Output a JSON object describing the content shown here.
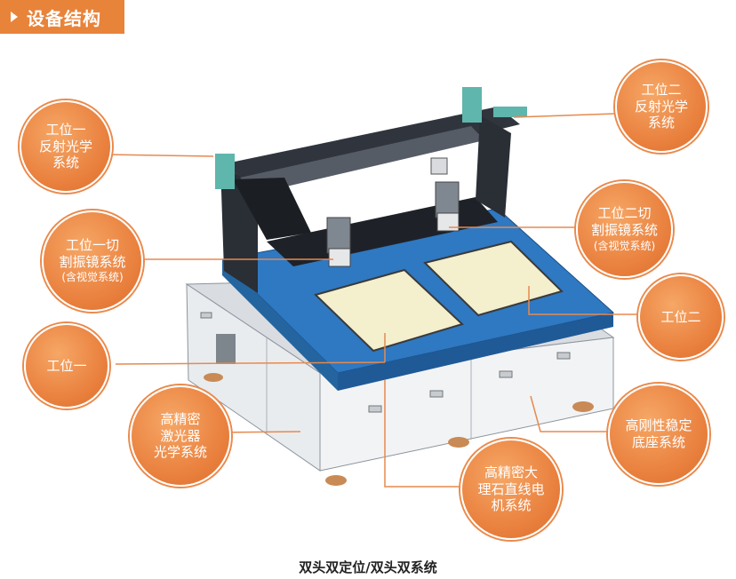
{
  "header": {
    "title": "设备结构",
    "accent": "#e8833a"
  },
  "labels": {
    "station1_reflect": "工位一\n反射光学\n系统",
    "station2_reflect": "工位二\n反射光学\n系统",
    "station1_galvo": "工位一切\n割振镜系统",
    "station1_galvo_note": "(含视觉系统)",
    "station2_galvo": "工位二切\n割振镜系统",
    "station2_galvo_note": "(含视觉系统)",
    "station2": "工位二",
    "station1": "工位一",
    "laser_optics": "高精密\n激光器\n光学系统",
    "base": "高刚性稳定\n底座系统",
    "linear_motor": "高精密大\n理石直线电\n机系统"
  },
  "caption": "双头双定位/双头双系统"
}
